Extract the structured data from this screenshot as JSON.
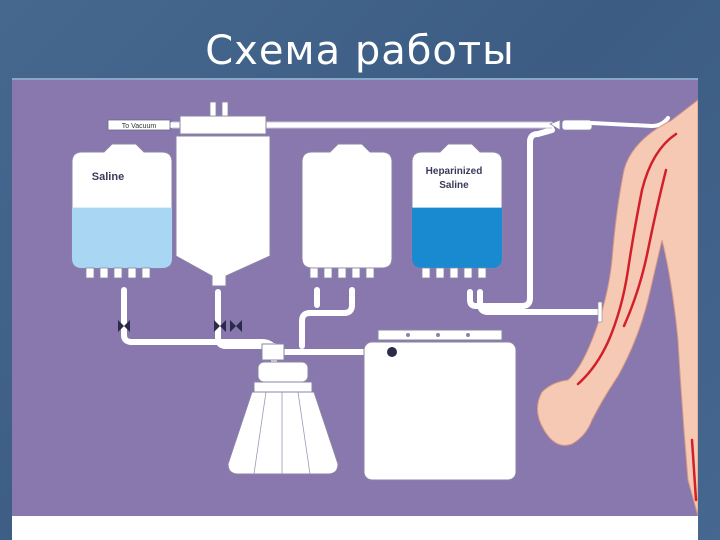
{
  "slide": {
    "title": "Схема работы"
  },
  "diagram": {
    "labels": {
      "vacuum": "To Vacuum",
      "saline": "Saline",
      "heparinized_line1": "Heparinized",
      "heparinized_line2": "Saline"
    },
    "colors": {
      "background": "#8878ae",
      "saline_fluid": "#a9d6f2",
      "heparin_fluid": "#1a8ad0",
      "arm_skin": "#f6c9b4",
      "vessel": "#d2202a",
      "tubing": "#ffffff"
    },
    "fill_levels": {
      "saline_bag": 0.52,
      "heparinized_bag": 0.52
    }
  }
}
